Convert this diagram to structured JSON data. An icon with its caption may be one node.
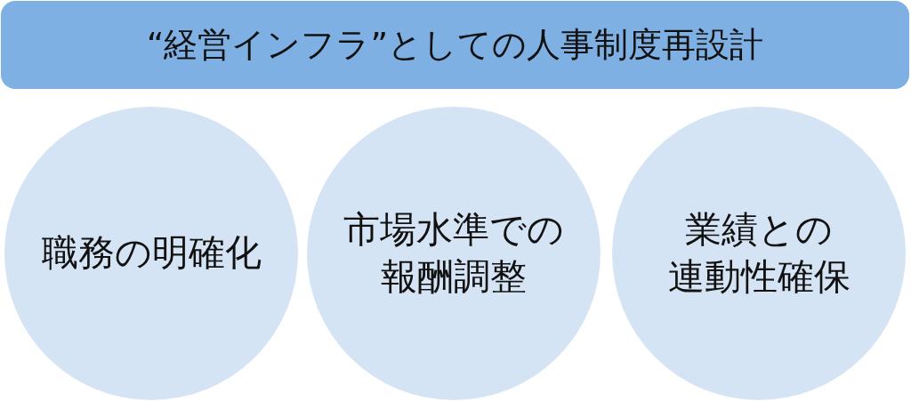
{
  "diagram": {
    "title": "“経営インフラ”としての人事制度再設計",
    "nodes": [
      {
        "text": [
          "職務の明確化"
        ]
      },
      {
        "text": [
          "市場水準での報酬調整"
        ]
      },
      {
        "text": [
          "業績との連動性確保"
        ]
      }
    ]
  }
}
